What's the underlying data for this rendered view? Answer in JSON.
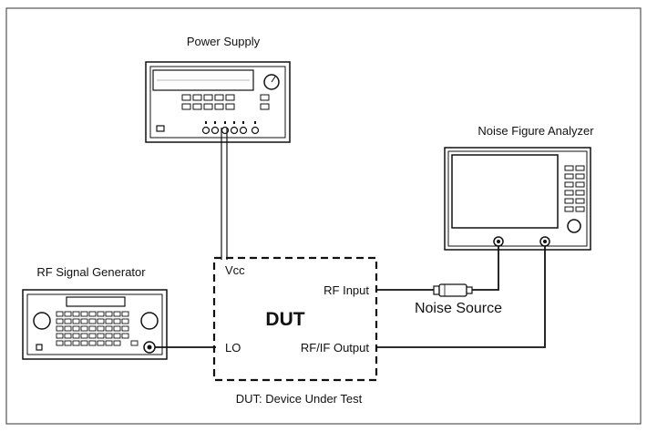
{
  "labels": {
    "power_supply": "Power Supply",
    "noise_figure_analyzer": "Noise Figure Analyzer",
    "rf_signal_generator": "RF Signal Generator",
    "dut": "DUT",
    "vcc": "Vcc",
    "rf_input": "RF Input",
    "lo": "LO",
    "rf_if_output": "RF/IF Output",
    "noise_source": "Noise Source",
    "caption": "DUT: Device Under Test"
  },
  "colors": {
    "line": "#111111",
    "screen": "#ffffff",
    "background": "#ffffff"
  }
}
